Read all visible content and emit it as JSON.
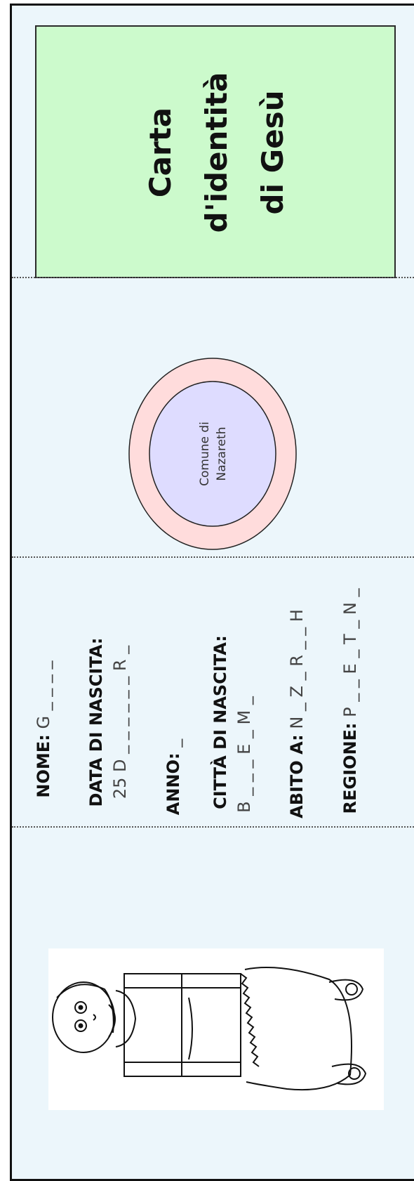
{
  "title": {
    "line1": "Carta",
    "line2": "d'identità",
    "line3": "di Gesù"
  },
  "stamp": {
    "line1": "Comune di",
    "line2": "Nazareth"
  },
  "fields": {
    "nome": {
      "label": "NOME:",
      "value": "G _ _ _ _"
    },
    "data": {
      "label": "DATA DI NASCITA:",
      "value": "25 D _ _ _ _ _ _ R _"
    },
    "anno": {
      "label": "ANNO:",
      "value": "_"
    },
    "citta": {
      "label": "CITTÀ DI NASCITA:",
      "value": "B _ _ _ E _ M _"
    },
    "abito": {
      "label": "ABITO A:",
      "value": "N _ Z _ R _ _ H"
    },
    "regione": {
      "label": "REGIONE:",
      "value": "P _ _ E _ T _ N _"
    }
  },
  "colors": {
    "card_bg": "#ecf6fb",
    "title_bg": "#ccfacc",
    "stamp_outer": "#ffdcdc",
    "stamp_inner": "#dedcff"
  }
}
